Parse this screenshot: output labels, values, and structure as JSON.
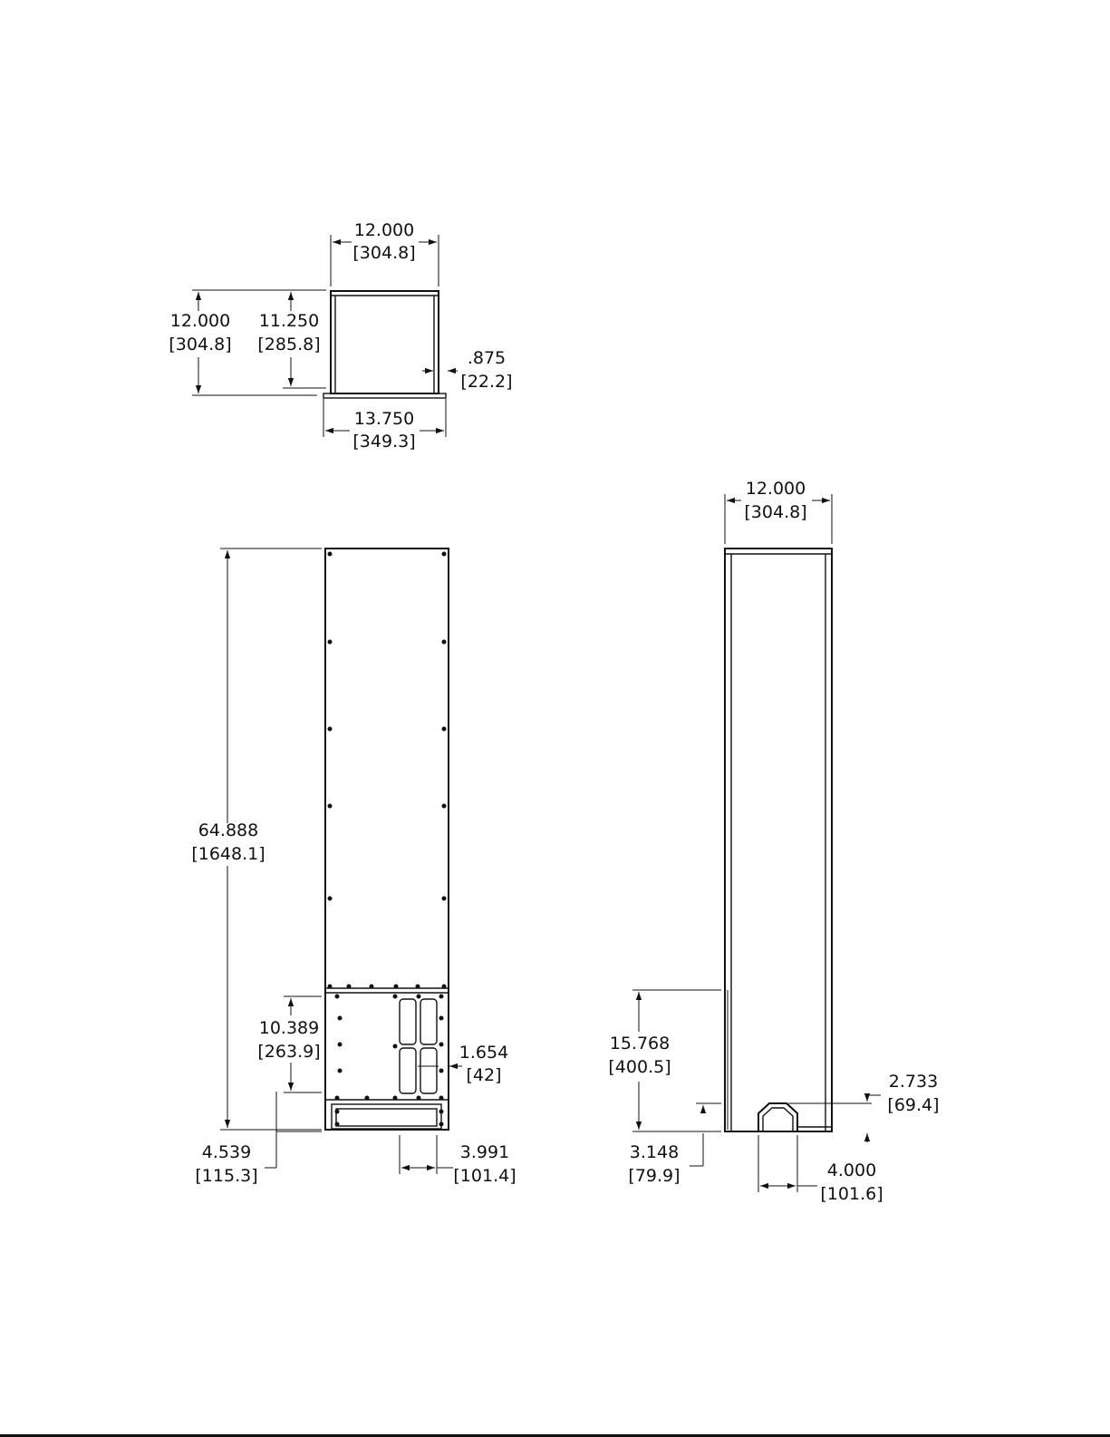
{
  "views": {
    "top": {
      "width_in": "12.000",
      "width_mm": "[304.8]",
      "depth_in": "12.000",
      "depth_mm": "[304.8]",
      "inner_depth_in": "11.250",
      "inner_depth_mm": "[285.8]",
      "flange_in": ".875",
      "flange_mm": "[22.2]",
      "base_width_in": "13.750",
      "base_width_mm": "[349.3]"
    },
    "front": {
      "height_in": "64.888",
      "height_mm": "[1648.1]",
      "panel_height_in": "10.389",
      "panel_height_mm": "[263.9]",
      "slot_width_in": "1.654",
      "slot_width_mm": "[42]",
      "base_height_in": "4.539",
      "base_height_mm": "[115.3]",
      "slot_spacing_in": "3.991",
      "slot_spacing_mm": "[101.4]"
    },
    "side": {
      "width_in": "12.000",
      "width_mm": "[304.8]",
      "access_height_in": "15.768",
      "access_height_mm": "[400.5]",
      "cutout_height_in": "2.733",
      "cutout_height_mm": "[69.4]",
      "kick_height_in": "3.148",
      "kick_height_mm": "[79.9]",
      "cutout_width_in": "4.000",
      "cutout_width_mm": "[101.6]"
    }
  }
}
